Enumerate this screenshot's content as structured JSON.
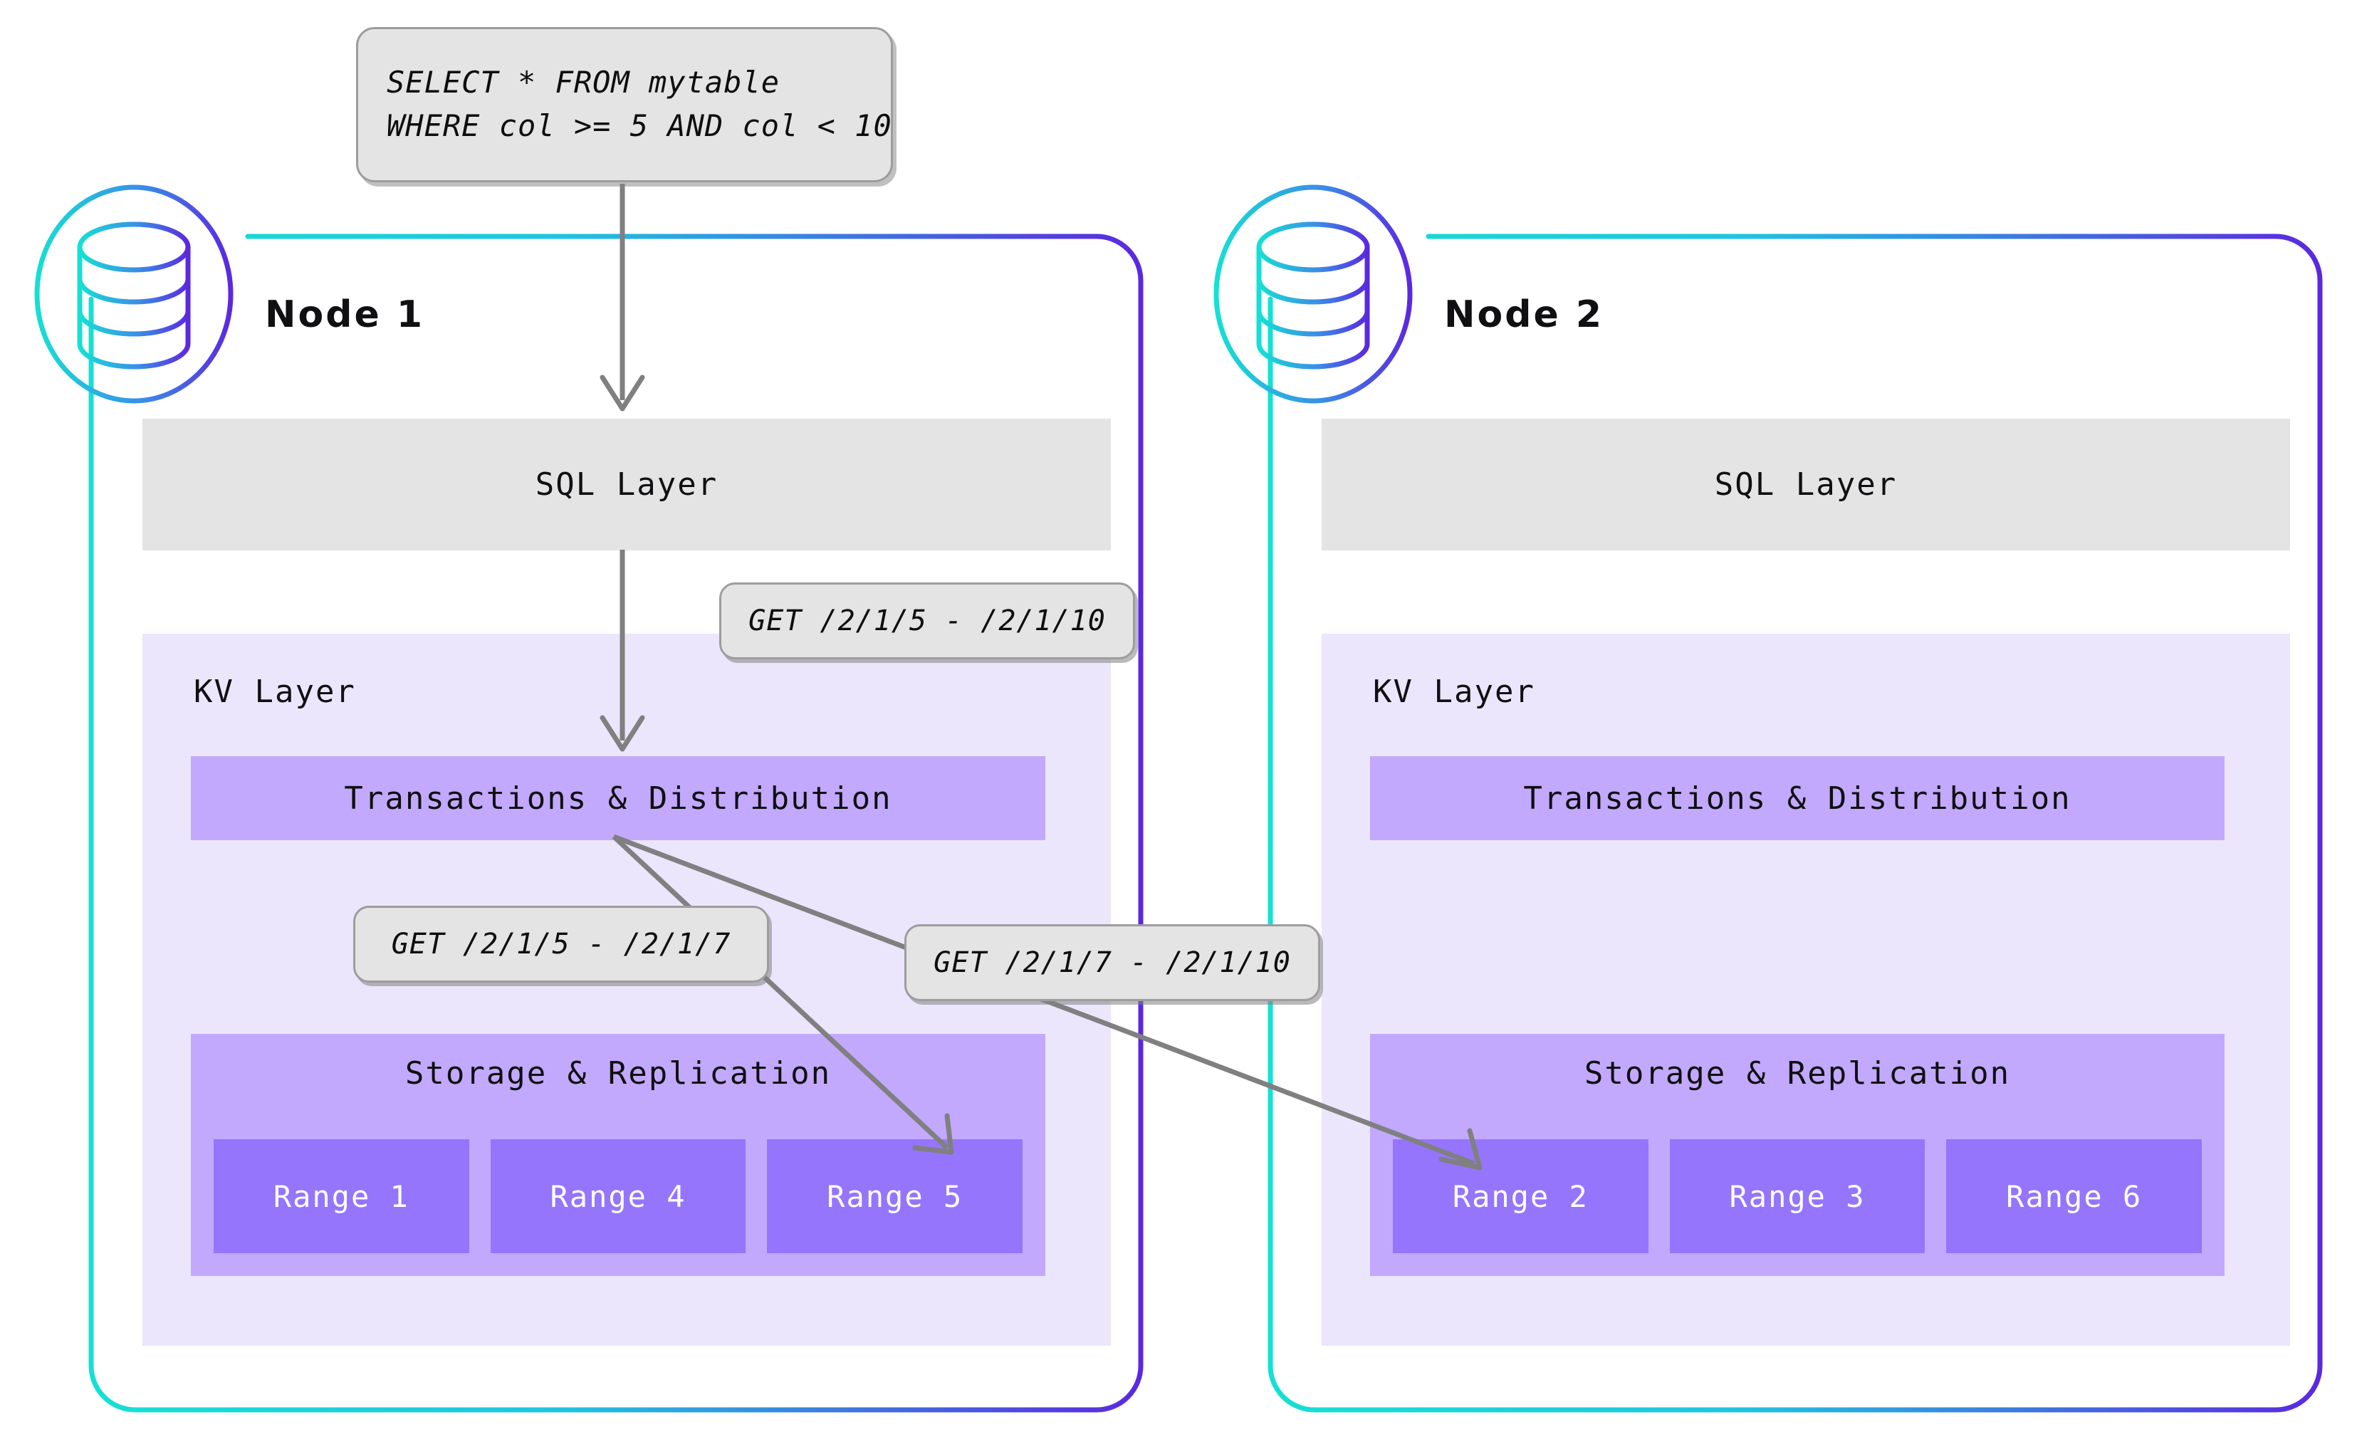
{
  "diagram": {
    "title": "CockroachDB distributed query routing across two nodes",
    "colors": {
      "node_border_start": "#16e0d4",
      "node_border_end": "#5b28e0",
      "sql_layer_bg": "#e4e4e4",
      "kv_layer_bg": "#ece6fc",
      "txn_box_bg": "#c2a9fd",
      "storage_box_bg": "#c2a9fd",
      "range_box_bg": "#9575fc",
      "callout_bg": "#e4e4e4",
      "callout_border": "#9d9d9d",
      "arrow": "#808080",
      "text": "#100f12",
      "range_text": "#ffffff",
      "page_bg": "#ffffff"
    }
  },
  "query": {
    "line1": "SELECT * FROM mytable",
    "line2": "WHERE col >= 5 AND col < 10"
  },
  "callouts": {
    "sql_to_kv": "GET /2/1/5 - /2/1/10",
    "kv_to_range5": "GET /2/1/5 - /2/1/7",
    "kv_to_range2": "GET /2/1/7 - /2/1/10"
  },
  "nodes": [
    {
      "id": "node-1",
      "label": "Node 1",
      "icon": "database-icon",
      "sql_layer_label": "SQL Layer",
      "kv_layer_label": "KV Layer",
      "txn_label": "Transactions & Distribution",
      "storage_label": "Storage & Replication",
      "ranges": [
        "Range 1",
        "Range 4",
        "Range 5"
      ]
    },
    {
      "id": "node-2",
      "label": "Node 2",
      "icon": "database-icon",
      "sql_layer_label": "SQL Layer",
      "kv_layer_label": "KV Layer",
      "txn_label": "Transactions & Distribution",
      "storage_label": "Storage & Replication",
      "ranges": [
        "Range 2",
        "Range 3",
        "Range 6"
      ]
    }
  ]
}
